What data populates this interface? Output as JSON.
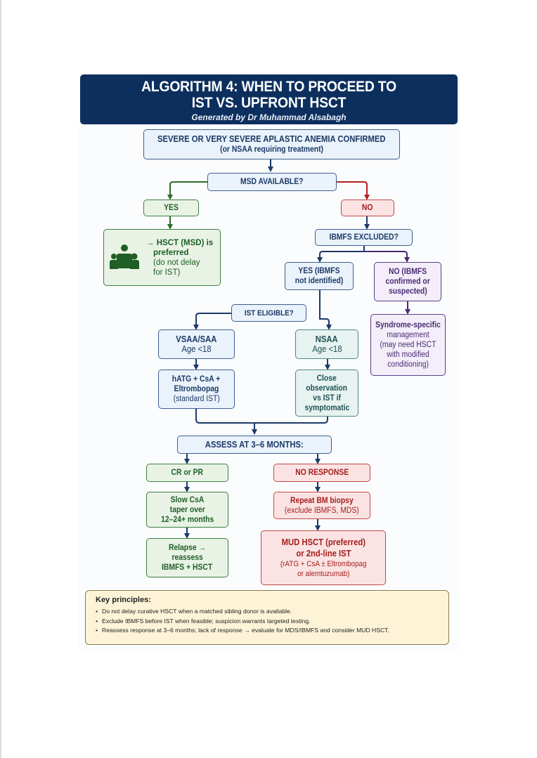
{
  "header": {
    "title_line1": "ALGORITHM 4: WHEN TO PROCEED TO",
    "title_line2": "IST VS. UPFRONT HSCT",
    "subtitle": "Generated by Dr Muhammad Alsabagh",
    "background_color": "#0d2f5e"
  },
  "nodes": {
    "start": {
      "line1": "SEVERE OR VERY SEVERE APLASTIC ANEMIA CONFIRMED",
      "line2": "(or NSAA requiring treatment)"
    },
    "msd_question": {
      "label": "MSD AVAILABLE?"
    },
    "msd_yes": {
      "label": "YES"
    },
    "msd_no": {
      "label": "NO"
    },
    "hsct_msd": {
      "line1": "→ HSCT (MSD) is",
      "line2": "preferred",
      "line3": "(do not delay",
      "line4": "for IST)",
      "icon": "family-icon"
    },
    "ibmfs_question": {
      "label": "IBMFS EXCLUDED?"
    },
    "ibmfs_yes": {
      "line1": "YES (IBMFS",
      "line2": "not identified)"
    },
    "ibmfs_no": {
      "line1": "NO (IBMFS",
      "line2": "confirmed or",
      "line3": "suspected)"
    },
    "syndrome": {
      "line1": "Syndrome-specific",
      "line2": "management",
      "line3": "(may need HSCT",
      "line4": "with modified",
      "line5": "conditioning)"
    },
    "ist_question": {
      "label": "IST ELIGIBLE?"
    },
    "vsaa": {
      "line1": "VSAA/SAA",
      "line2": "Age <18"
    },
    "nsaa": {
      "line1": "NSAA",
      "line2": "Age <18"
    },
    "hatg": {
      "line1": "hATG + CsA +",
      "line2": "Eltrombopag",
      "line3": "(standard IST)"
    },
    "observation": {
      "line1": "Close",
      "line2": "observation",
      "line3": "vs IST if",
      "line4": "symptomatic"
    },
    "assess": {
      "label": "ASSESS AT 3–6 MONTHS:"
    },
    "cr_pr": {
      "label": "CR or PR"
    },
    "no_response": {
      "label": "NO RESPONSE"
    },
    "taper": {
      "line1": "Slow CsA",
      "line2": "taper over",
      "line3": "12–24+ months"
    },
    "biopsy": {
      "line1": "Repeat BM biopsy",
      "line2": "(exclude IBMFS, MDS)"
    },
    "relapse": {
      "line1": "Relapse →",
      "line2": "reassess",
      "line3": "IBMFS + HSCT"
    },
    "mud": {
      "line1": "MUD HSCT (preferred)",
      "line2": "or 2nd-line IST",
      "line3": "(rATG + CsA ± Eltrombopag",
      "line4": "or alemtuzumab)"
    }
  },
  "key_principles": {
    "title": "Key principles:",
    "items": [
      "Do not delay curative HSCT when a matched sibling donor is available.",
      "Exclude IBMFS before IST when feasible; suspicion warrants targeted testing.",
      "Reassess response at 3–6 months; lack of response → evaluate for MDS/IBMFS and consider MUD HSCT."
    ]
  },
  "colors": {
    "blue_path": "#1c3a66",
    "green_path": "#2e6b2e",
    "red_path": "#b42020",
    "purple_path": "#4a2c74",
    "key_background": "#fdf4d8"
  }
}
